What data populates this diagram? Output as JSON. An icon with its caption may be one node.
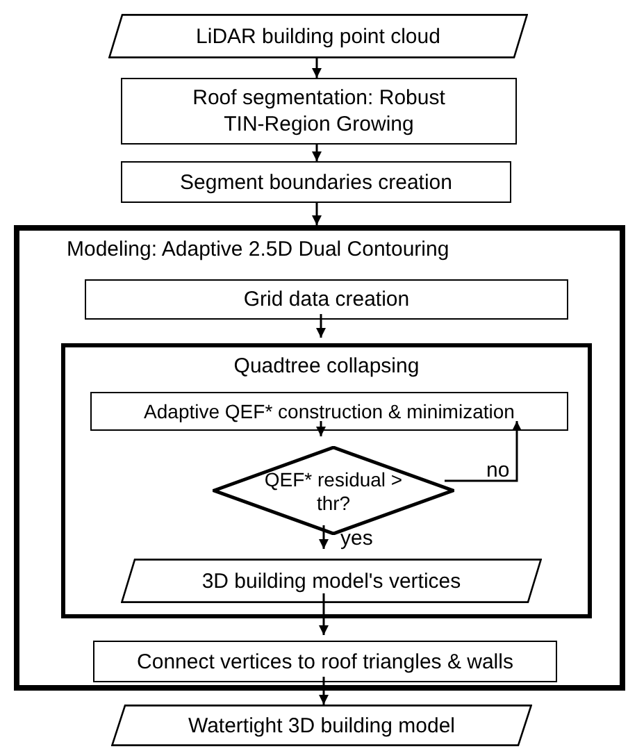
{
  "diagram": {
    "nodes": [
      {
        "text": [
          "LiDAR building point cloud"
        ]
      },
      {
        "text": [
          "Roof segmentation: Robust TIN-Region Growing"
        ]
      },
      {
        "text": [
          "Segment boundaries creation"
        ]
      },
      {
        "text": [
          "Modeling: Adaptive 2.5D Dual Contouring"
        ]
      },
      {
        "text": [
          "Grid data creation"
        ],
        "in": 3
      },
      {
        "text": [
          "Quadtree collapsing"
        ],
        "in": 3
      },
      {
        "text": [
          "Adaptive QEF* construction & minimization"
        ],
        "in": 5
      },
      {
        "text": [
          "QEF* residual > thr?"
        ],
        "in": 5
      },
      {
        "text": [
          "3D building model's vertices"
        ],
        "in": 5
      },
      {
        "text": [
          "Connect vertices to roof triangles & walls"
        ],
        "in": 3
      },
      {
        "text": [
          "Watertight 3D building model"
        ]
      }
    ],
    "edges": [
      {
        "from": 0,
        "to": 1,
        "arrow": "to"
      },
      {
        "from": 1,
        "to": 2,
        "arrow": "to"
      },
      {
        "from": 2,
        "to": 3,
        "arrow": "to"
      },
      {
        "from": 4,
        "to": 5,
        "arrow": "to"
      },
      {
        "from": 6,
        "to": 7,
        "arrow": "to"
      },
      {
        "from": 7,
        "to": 6,
        "arrow": "to",
        "label": "no"
      },
      {
        "from": 7,
        "to": 8,
        "arrow": "to",
        "label": "yes"
      },
      {
        "from": 8,
        "to": 9,
        "arrow": "to"
      },
      {
        "from": 9,
        "to": 10,
        "arrow": "to"
      }
    ]
  }
}
